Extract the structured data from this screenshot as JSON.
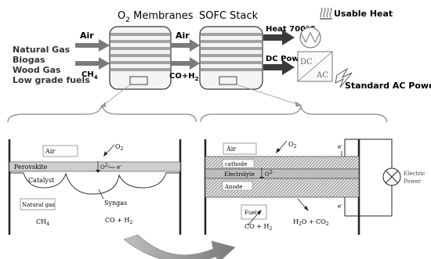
{
  "top": {
    "membranes_title": "O",
    "membranes_title_sub": "2",
    "membranes_title_rest": " Membranes",
    "sofc_title": "SOFC Stack",
    "fuels": [
      "Natural Gas",
      "Biogas",
      "Wood Gas",
      "Low grade fuels"
    ],
    "air_in": "Air",
    "ch4_in": "CH",
    "ch4_sub": "4",
    "air_mid": "Air",
    "syngas_mid": "CO+H",
    "syngas_mid_sub": "2",
    "heat_out": "Heat 700°C",
    "dc_out": "DC Power",
    "usable_heat": "Usable Heat",
    "inverter_dc": "DC",
    "inverter_ac": "AC",
    "ac_power": "Standard AC Power"
  },
  "left_detail": {
    "air": "Air",
    "o2": "O",
    "o2_sub": "2",
    "perovskite": "Perovskite",
    "o_ion": "O",
    "electron": "e",
    "catalyst": "Catalyst",
    "natural_gas": "Natural gas",
    "ch4": "CH",
    "ch4_sub": "4",
    "syngas": "Syngas",
    "co_h2": "CO + H",
    "co_h2_sub": "2"
  },
  "right_detail": {
    "air": "Air",
    "o2": "O",
    "o2_sub": "2",
    "electron_top": "e",
    "cathode": "cathode",
    "electrolyte": "Electrolyte",
    "o_ion": "O",
    "anode": "Anode",
    "electron_bottom": "e",
    "fuel": "Fuel",
    "co_h2": "CO + H",
    "co_h2_sub": "2",
    "products": "H",
    "products_sub": "2",
    "products_rest": "O + CO",
    "products_sub2": "2",
    "electric_power_1": "Electric",
    "electric_power_2": "Power"
  },
  "colors": {
    "arrow_gray": "#6f6f6f",
    "dark_arrow": "#3a3a3a",
    "perovskite_band": "#cfcfcf",
    "hatch": "#8a8a8a",
    "curved_arrow": "#8a8a8a"
  }
}
